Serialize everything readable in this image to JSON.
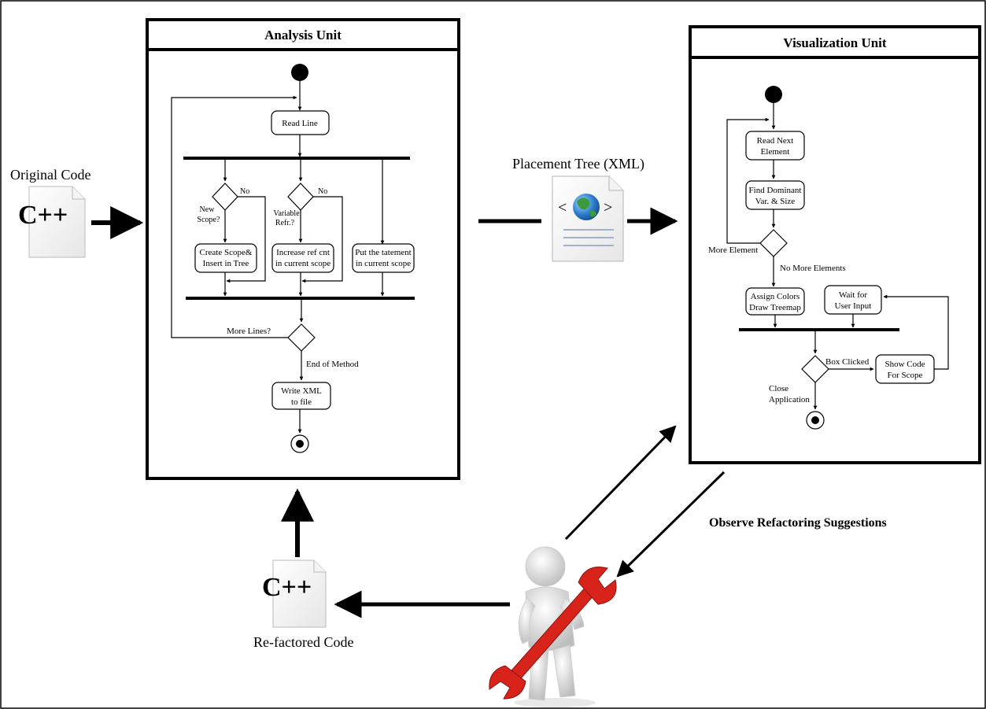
{
  "original_code_label": "Original Code",
  "refactored_code_label": "Re-factored Code",
  "placement_tree_label": "Placement Tree (XML)",
  "observe_label": "Observe Refactoring Suggestions",
  "cpp_icon_text": "C++",
  "analysis": {
    "title": "Analysis Unit",
    "read_line": "Read Line",
    "new_scope_q": [
      "New",
      "Scope?"
    ],
    "variable_refr_q": [
      "Variable",
      "Refr.?"
    ],
    "no_label": "No",
    "create_scope": [
      "Create Scope&",
      "Insert in Tree"
    ],
    "increase_ref": [
      "Increase ref cnt",
      "in current scope"
    ],
    "put_statement": [
      "Put the tatement",
      "in current scope"
    ],
    "more_lines": "More Lines?",
    "end_of_method": "End of Method",
    "write_xml": [
      "Write XML",
      "to file"
    ]
  },
  "visualization": {
    "title": "Visualization Unit",
    "read_next": [
      "Read Next",
      "Element"
    ],
    "find_dominant": [
      "Find Dominant",
      "Var. & Size"
    ],
    "more_element": "More Element",
    "no_more_elements": "No More Elements",
    "assign_colors": [
      "Assign Colors",
      "Draw Treemap"
    ],
    "wait_input": [
      "Wait for",
      "User Input"
    ],
    "box_clicked": "Box Clicked",
    "show_code": [
      "Show Code",
      "For Scope"
    ],
    "close_app": [
      "Close",
      "Application"
    ]
  },
  "colors": {
    "cpp_blue": "#1f5fc8",
    "cpp_red": "#d23a2a",
    "wrench_red": "#d8231b",
    "globe_blue": "#2f7fd0",
    "globe_green": "#3c9b3c"
  }
}
